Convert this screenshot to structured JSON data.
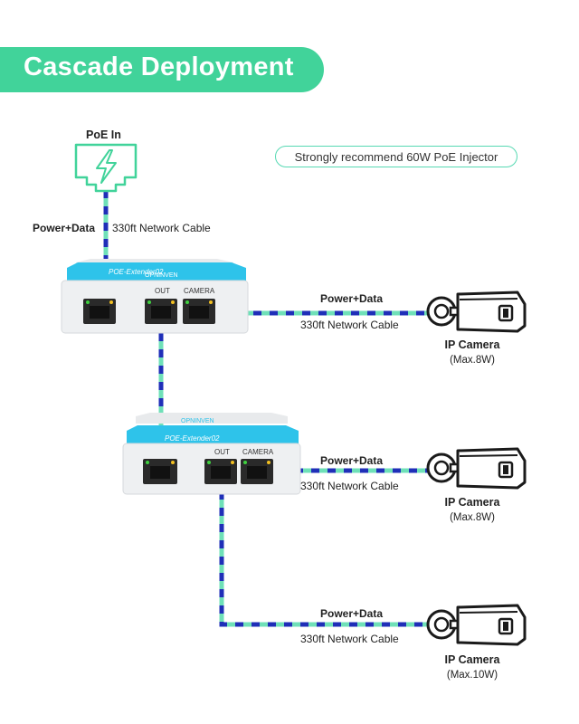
{
  "title": "Cascade Deployment",
  "recommendation": "Strongly recommend 60W PoE Injector",
  "poe_in": "PoE In",
  "cable_labels": {
    "power_data": "Power+Data",
    "network_cable": "330ft Network Cable"
  },
  "extenders": [
    {
      "brand": "OPNINVEN",
      "model": "POE-Extender02",
      "port_out": "OUT",
      "port_camera": "CAMERA"
    },
    {
      "brand": "OPNINVEN",
      "model": "POE-Extender02",
      "port_out": "OUT",
      "port_camera": "CAMERA"
    }
  ],
  "cameras": [
    {
      "name": "IP Camera",
      "max": "(Max.8W)"
    },
    {
      "name": "IP Camera",
      "max": "(Max.8W)"
    },
    {
      "name": "IP Camera",
      "max": "(Max.10W)"
    }
  ],
  "colors": {
    "accent": "#41d39a",
    "cable_dark": "#1f2fb8",
    "cable_light": "#6fe0b8",
    "device_blue": "#2ec3ea",
    "led_green": "#3fd03f",
    "led_yellow": "#f2c021"
  }
}
